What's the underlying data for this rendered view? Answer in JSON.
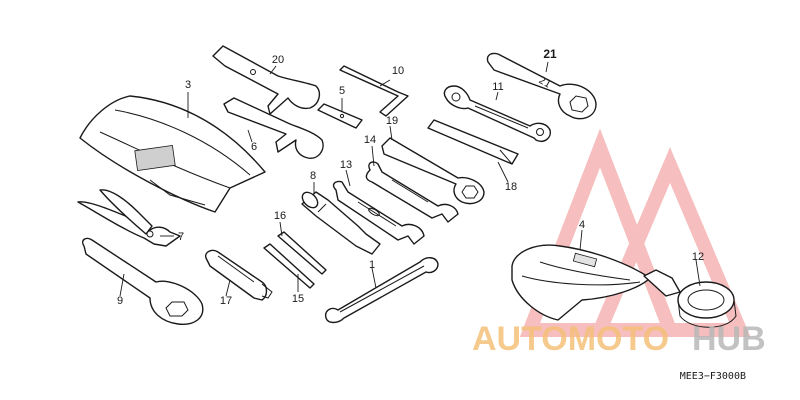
{
  "diagram_code": "MEE3−F3000B",
  "callouts": [
    "1",
    "3",
    "4",
    "5",
    "6",
    "7",
    "8",
    "9",
    "10",
    "11",
    "12",
    "13",
    "14",
    "15",
    "16",
    "17",
    "18",
    "19",
    "20",
    "21"
  ],
  "watermark": {
    "part1": "AUTOMOTO",
    "part2": "HUB",
    "color_orange": "#f5c07a",
    "color_gray": "#b8b8b8",
    "color_red": "#f08a8a"
  }
}
